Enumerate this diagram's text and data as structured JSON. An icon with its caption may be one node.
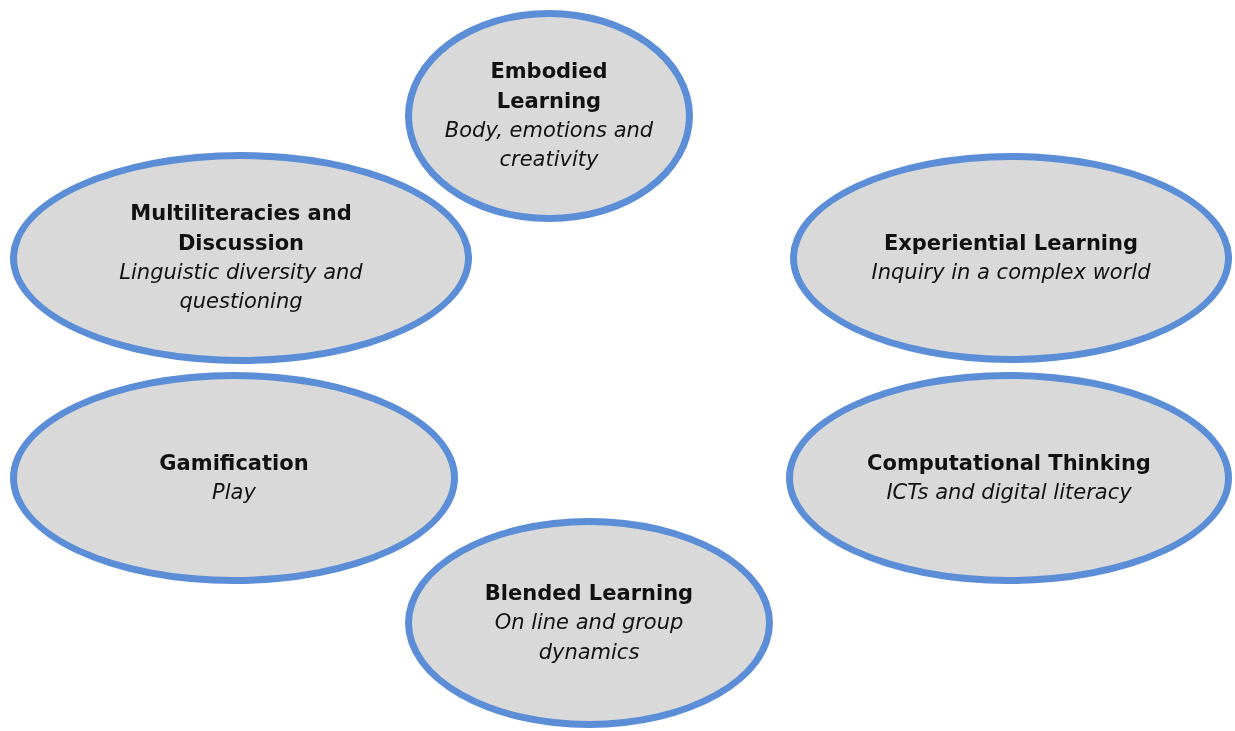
{
  "diagram": {
    "nodes": [
      {
        "text": [
          "Embodied Learning",
          "Body, emotions and creativity"
        ]
      },
      {
        "text": [
          "Multiliteracies and Discussion",
          "Linguistic diversity and questioning"
        ]
      },
      {
        "text": [
          "Experiential Learning",
          "Inquiry in a complex world"
        ]
      },
      {
        "text": [
          "Gamification",
          "Play"
        ]
      },
      {
        "text": [
          "Computational Thinking",
          "ICTs and digital literacy"
        ]
      },
      {
        "text": [
          "Blended Learning",
          "On line and group dynamics"
        ]
      }
    ]
  }
}
